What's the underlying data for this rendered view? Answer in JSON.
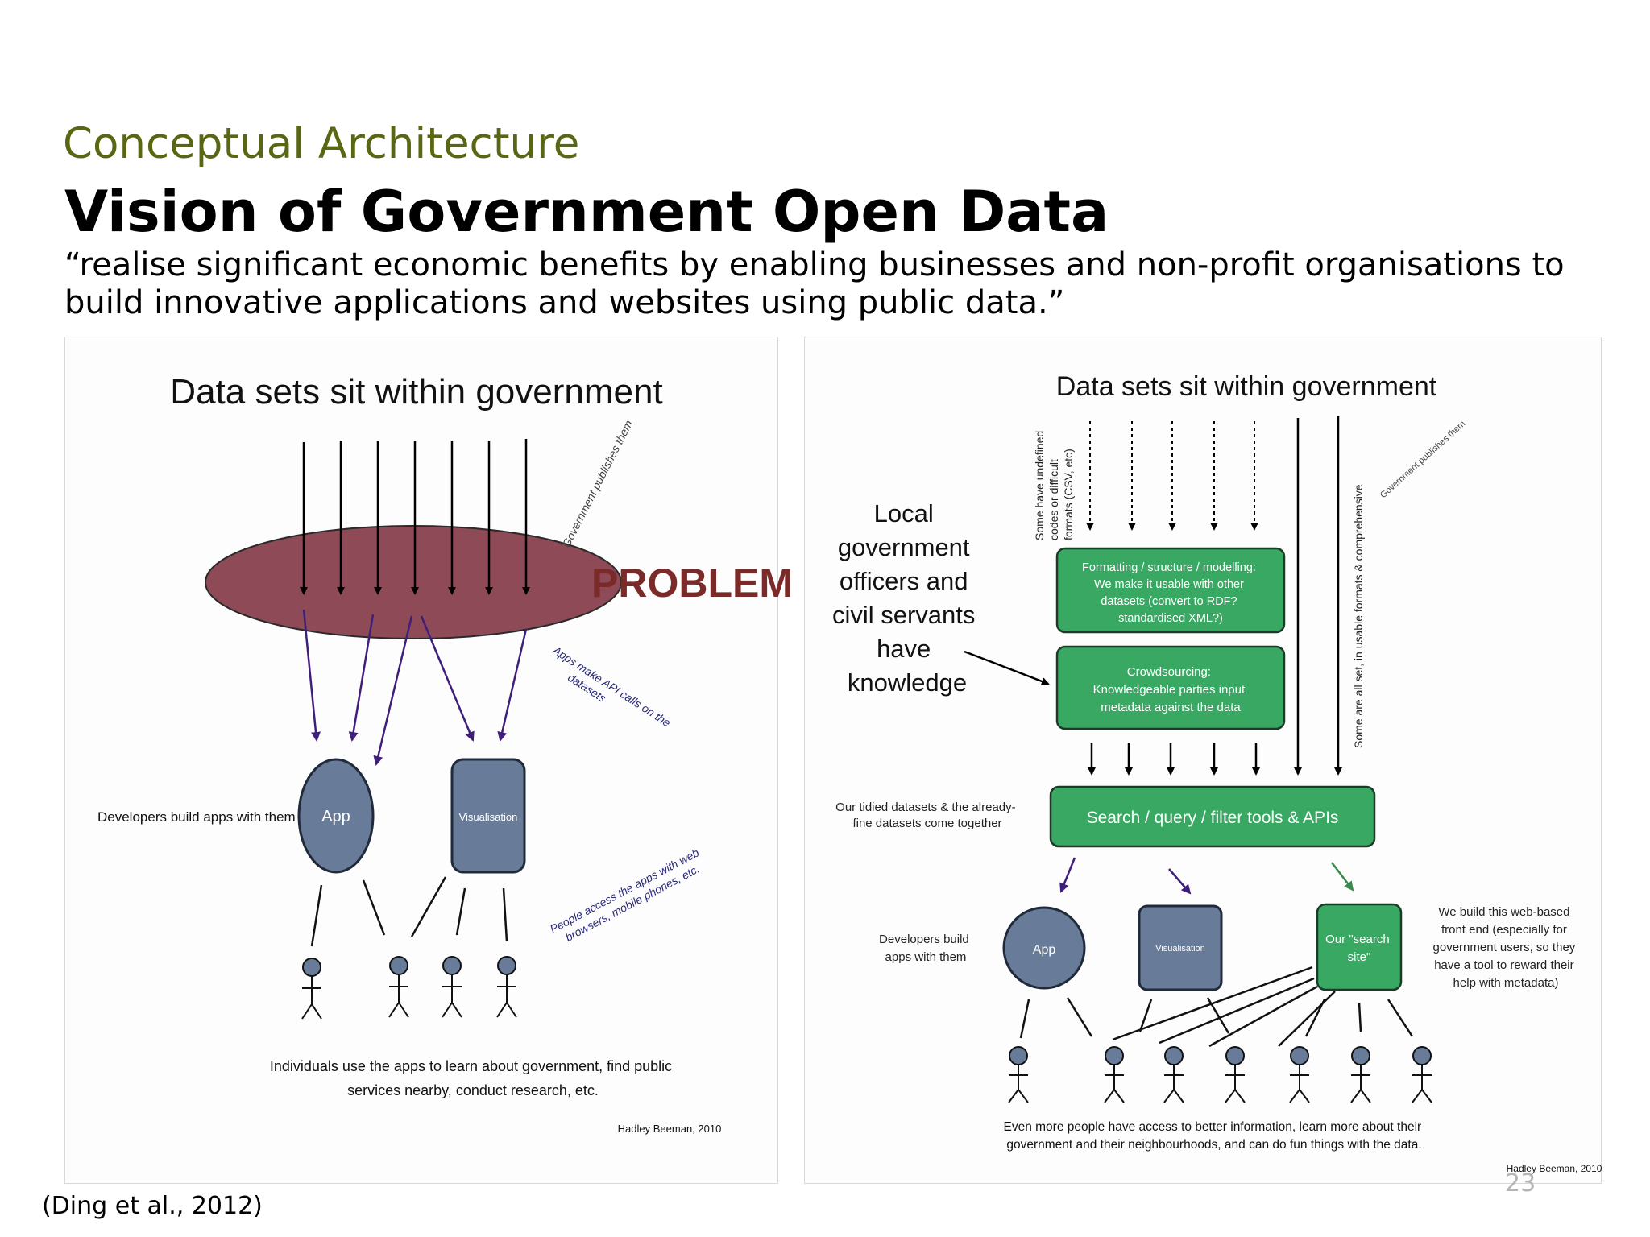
{
  "header": {
    "section_title": "Conceptual Architecture",
    "slide_title": "Vision of Government Open Data",
    "quote": "“realise significant economic benefits by enabling businesses and non-profit organisations to build innovative applications and websites using public data.”"
  },
  "footer": {
    "citation": "(Ding et al., 2012)",
    "slide_number": "23"
  },
  "left_diagram": {
    "title": "Data sets sit within government",
    "government_publishes": "Government publishes them",
    "problem_label": "PROBLEM",
    "api_calls_line1": "Apps make API calls on the",
    "api_calls_line2": "datasets",
    "developers_label": "Developers build apps with them",
    "app_label": "App",
    "visualisation_label": "Visualisation",
    "people_access_line1": "People access the apps with web",
    "people_access_line2": "browsers, mobile phones, etc.",
    "individuals_line1": "Individuals use the apps to learn about government,  find public",
    "individuals_line2": "services nearby, conduct research, etc.",
    "credit": "Hadley Beeman, 2010"
  },
  "right_diagram": {
    "title": "Data sets sit within government",
    "undefined_codes_line1": "Some have undefined",
    "undefined_codes_line2": "codes or difficult",
    "undefined_codes_line3": "formats (CSV, etc)",
    "usable_formats": "Some are all set, in usable formats & comprehensive",
    "government_publishes": "Government publishes them",
    "local_gov_lines": [
      "Local",
      "government",
      "officers and",
      "civil servants",
      "have",
      "knowledge"
    ],
    "formatting_lines": [
      "Formatting / structure / modelling:",
      "We make it usable with other",
      "datasets (convert to RDF?",
      "standardised XML?)"
    ],
    "crowdsourcing_lines": [
      "Crowdsourcing:",
      "Knowledgeable parties input",
      "metadata against the data"
    ],
    "tidied_line1": "Our tidied datasets & the already-",
    "tidied_line2": "fine datasets come together",
    "search_label": "Search / query / filter tools & APIs",
    "developers_line1": "Developers build",
    "developers_line2": "apps with them",
    "app_label": "App",
    "visualisation_label": "Visualisation",
    "search_site_line1": "Our \"search",
    "search_site_line2": "site\"",
    "web_frontend_lines": [
      "We build this web-based",
      "front end (especially for",
      "government users, so they",
      "have a tool to reward their",
      "help with metadata)"
    ],
    "more_people_line1": "Even more people have access to better information, learn more about their",
    "more_people_line2": "government and their neighbourhoods, and can do fun things with the data.",
    "credit": "Hadley Beeman, 2010"
  },
  "colors": {
    "section_title": "#5a6613",
    "problem_ellipse": "#8e4a56",
    "problem_text": "#7b2a2a",
    "node_blue": "#687c99",
    "green_box": "#38a862",
    "arrow_purple": "#3f1f7a",
    "arrow_green": "#3a8a4e"
  }
}
